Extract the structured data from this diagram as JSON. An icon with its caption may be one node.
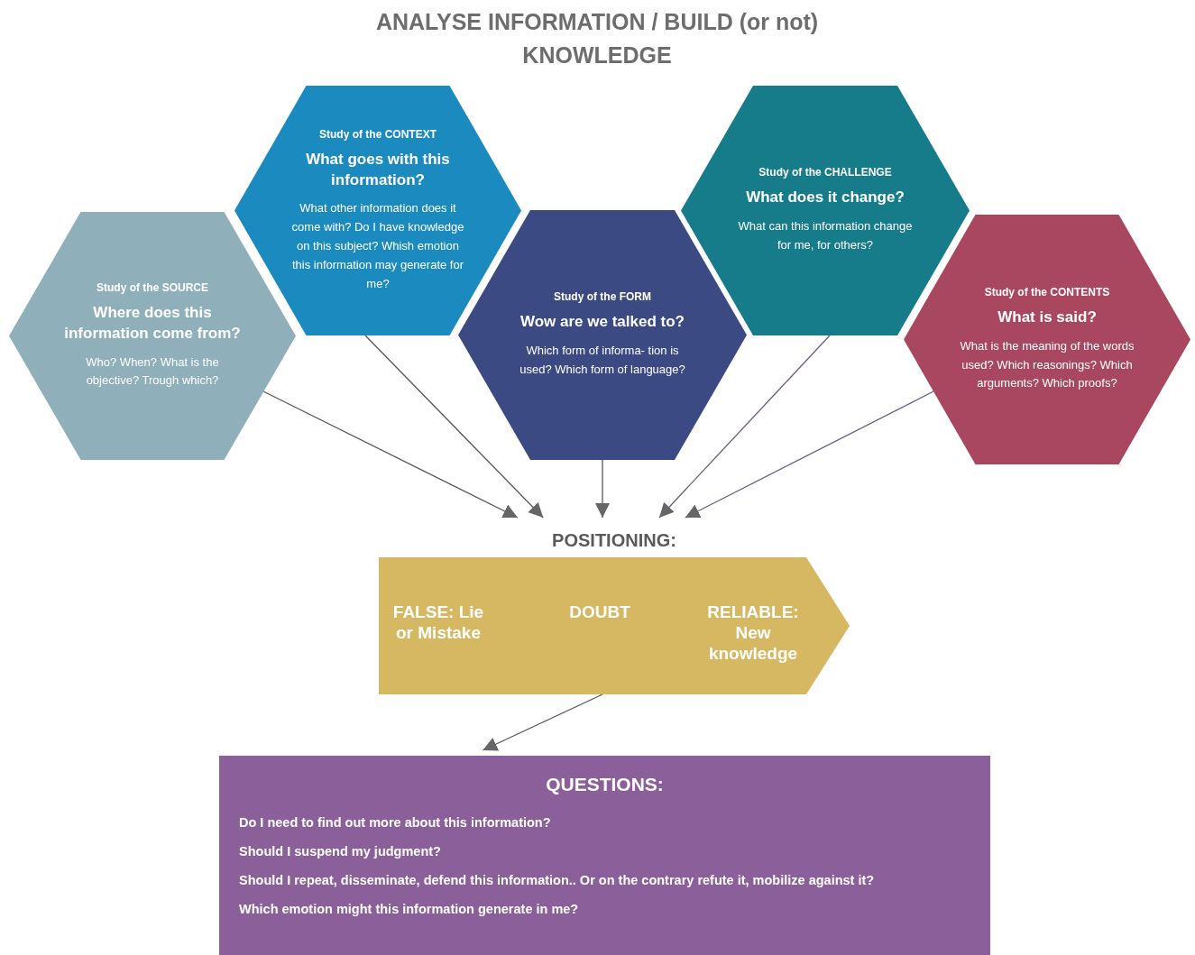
{
  "diagram": {
    "title": "ANALYSE INFORMATION / BUILD (or not) KNOWLEDGE",
    "nodes": [
      {
        "text": [
          "Study of the **SOURCE**",
          "Where does this information come from?",
          "Who? When? What is the objective? Trough which?"
        ]
      },
      {
        "text": [
          "Study of the **CONTEXT**",
          "What goes with this information?",
          "What other information does it come with? Do I have knowledge on this subject? Whish emotion this information may generate for me?"
        ]
      },
      {
        "text": [
          "Study of the **FORM**",
          "Wow  are we talked to?",
          "Which form of informa- tion is used? Which form of language?"
        ]
      },
      {
        "text": [
          "Study of the **CHALLENGE**",
          "What does it change?",
          "What can this information change for me, for others?"
        ]
      },
      {
        "text": [
          "Study of the **CONTENTS**",
          "What is said?",
          "What is the meaning of the words used? Which reasonings? Which arguments? Which proofs?"
        ]
      },
      {
        "text": [
          "POSITIONING:",
          "FALSE: Lie or Mistake",
          "DOUBT",
          "RELIABLE: New knowledge"
        ]
      },
      {
        "text": [
          "QUESTIONS:",
          "Do I need to find out more about this information?",
          "Should I suspend my judgment?",
          "Should I repeat, disseminate, defend this information.. Or on the contrary refute it, mobilize against it?",
          "Which emotion might this information generate in me?"
        ]
      }
    ],
    "edges": [
      {
        "from": 0,
        "to": 5,
        "arrow": "to"
      },
      {
        "from": 1,
        "to": 5,
        "arrow": "to"
      },
      {
        "from": 2,
        "to": 5,
        "arrow": "to"
      },
      {
        "from": 3,
        "to": 5,
        "arrow": "to"
      },
      {
        "from": 4,
        "to": 5,
        "arrow": "to"
      },
      {
        "from": 5,
        "to": 6,
        "arrow": "to"
      }
    ]
  }
}
